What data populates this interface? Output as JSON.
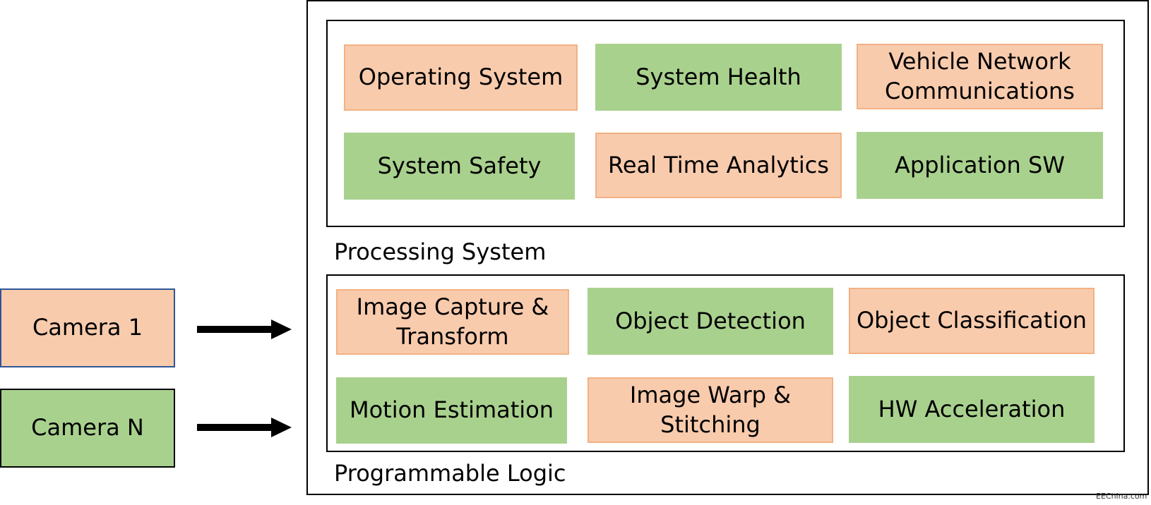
{
  "cameras": {
    "camera_1": "Camera 1",
    "camera_n": "Camera N"
  },
  "processing_system": {
    "label": "Processing System",
    "blocks": {
      "operating_system": "Operating System",
      "system_health": "System Health",
      "vehicle_network": "Vehicle Network\nCommunications",
      "system_safety": "System Safety",
      "real_time_analytics": "Real Time Analytics",
      "application_sw": "Application SW"
    }
  },
  "programmable_logic": {
    "label": "Programmable Logic",
    "blocks": {
      "image_capture": "Image Capture &\nTransform",
      "object_detection": "Object Detection",
      "object_classification": "Object Classification",
      "motion_estimation": "Motion Estimation",
      "image_warp": "Image Warp &\nStitching",
      "hw_acceleration": "HW Acceleration"
    }
  },
  "watermark": "EEChina.com",
  "colors": {
    "orange_fill": "#f8cbad",
    "orange_border": "#f4b183",
    "green_fill": "#a9d18e",
    "camera_1_border": "#2f5597"
  }
}
